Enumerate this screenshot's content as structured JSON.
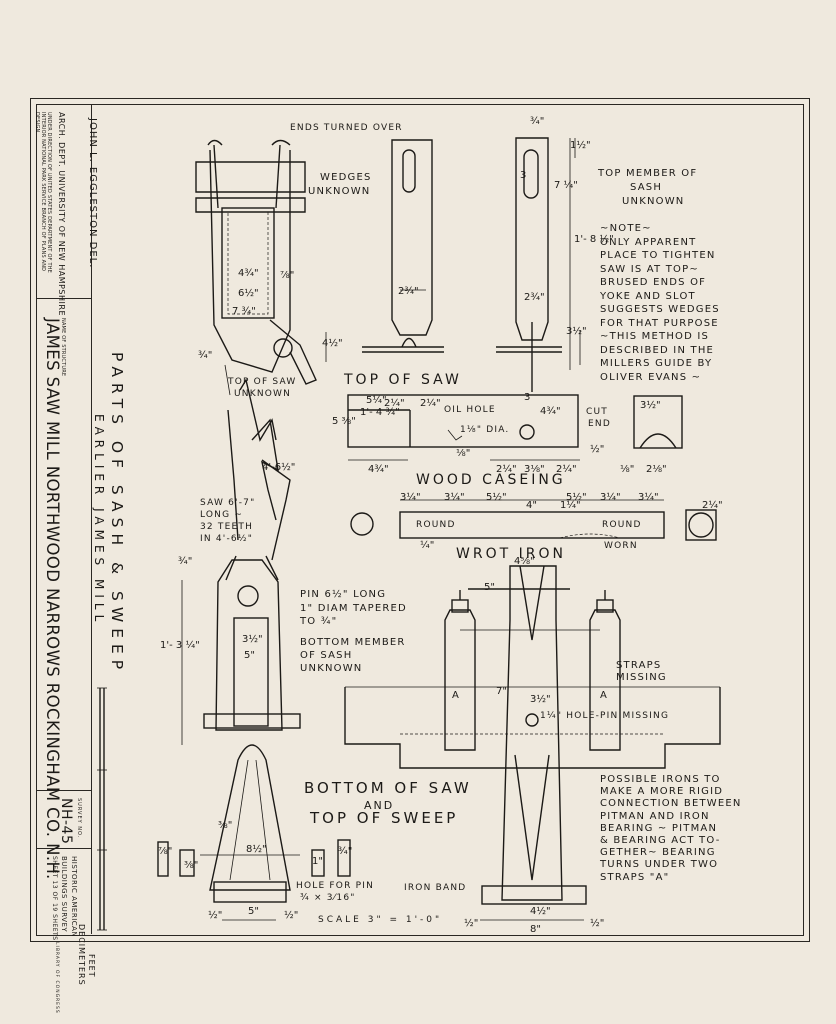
{
  "sheet": {
    "delineator": "JOHN L. EGGLESTON  DEL.",
    "institution": "ARCH. DEPT. UNIVERSITY OF NEW HAMPSHIRE",
    "agency_fine_print": "UNDER DIRECTION OF UNITED STATES DEPARTMENT OF THE INTERIOR NATIONAL PARK SERVICE BRANCH OF PLANS AND DESIGN",
    "name_of_structure": "JAMES SAW MILL NORTHWOOD NARROWS ROCKINGHAM CO. N.H.",
    "name_of_structure_caption": "NAME OF STRUCTURE",
    "drawing_title": "PARTS OF SASH & SWEEP",
    "drawing_subtitle": "EARLIER JAMES MILL",
    "survey_no_caption": "SURVEY NO.",
    "survey_no": "NH-45",
    "habs_line1": "HISTORIC AMERICAN",
    "habs_line2": "BUILDINGS SURVEY",
    "sheet_of": "SHEET 13 OF 19 SHEETS",
    "scale_feet": "FEET",
    "scale_decimeters": "DECIMETERS",
    "library_stamp": "LIBRARY OF CONGRESS"
  },
  "labels": {
    "ends_turned_over": "ENDS TURNED OVER",
    "wedges_unknown": [
      "WEDGES",
      "UNKNOWN"
    ],
    "top_member": [
      "TOP MEMBER OF",
      "SASH",
      "UNKNOWN"
    ],
    "note_block": [
      "~NOTE~",
      "ONLY APPARENT",
      "PLACE TO TIGHTEN",
      "SAW IS AT TOP~",
      "BRUSED ENDS OF",
      "YOKE AND SLOT",
      "SUGGESTS WEDGES",
      "FOR THAT PURPOSE",
      "~THIS METHOD IS",
      "DESCRIBED IN THE",
      "MILLERS GUIDE BY",
      "OLIVER EVANS ~"
    ],
    "top_of_saw_unknown": [
      "TOP OF SAW",
      "UNKNOWN"
    ],
    "top_of_saw": "TOP OF SAW",
    "oil_hole": "OIL HOLE",
    "cut_end": [
      "CUT",
      "END"
    ],
    "dia": "1⅛\" DIA.",
    "wood_caseing": "WOOD CASEING",
    "round": "ROUND",
    "worn": "WORN",
    "wrot_iron": "WROT IRON",
    "saw_note": [
      "SAW 6'-7\"",
      "LONG ~",
      "32 TEETH",
      "IN 4'-6½\""
    ],
    "pin_note": [
      "PIN 6½\" LONG",
      "1\" DIAM TAPERED",
      "TO ¾\""
    ],
    "bottom_member": [
      "BOTTOM MEMBER",
      "OF SASH",
      "UNKNOWN"
    ],
    "straps_missing": [
      "STRAPS",
      "MISSING"
    ],
    "hole_pin_missing": "1¼\" HOLE-PIN MISSING",
    "bottom_of_saw": [
      "BOTTOM OF SAW",
      "AND",
      "TOP OF SWEEP"
    ],
    "possible_irons": [
      "POSSIBLE IRONS TO",
      "MAKE A MORE RIGID",
      "CONNECTION BETWEEN",
      "PITMAN AND IRON",
      "BEARING ~ PITMAN",
      "& BEARING ACT TO-",
      "GETHER~ BEARING",
      "TURNS UNDER TWO",
      "STRAPS \"A\""
    ],
    "hole_for_pin": [
      "HOLE FOR PIN",
      "¾ × 3⁄16\""
    ],
    "iron_band": "IRON BAND",
    "scale": "SCALE 3\" = 1'-0\"",
    "strap_a": "A"
  },
  "dims": {
    "d4_34": "4¾\"",
    "d6_12": "6½\"",
    "d7_34": "7 ¾\"",
    "d7_8": "⅞\"",
    "d4_12": "4½\"",
    "d3_4": "¾\"",
    "d2_34": "2¾\"",
    "d1_12": "1½\"",
    "d3": "3",
    "d7_14": "7 ¼\"",
    "d1_8_12": "1'- 8 ½\"",
    "d3_12": "3½\"",
    "d5_14": "5¼\"",
    "d1_4_34": "1'- 4 ¾\"",
    "d5_38": "5 ⅜\"",
    "d2_14": "2¼\"",
    "d1_8": "⅛\"",
    "d2_18": "2⅛\"",
    "d3_18": "3⅛\"",
    "d3_14": "3¼\"",
    "d5_12": "5½\"",
    "d4": "4\"",
    "d1_14": "1¼\"",
    "d1_4": "¼\"",
    "d4_58": "4⅝\"",
    "d5": "5\"",
    "d1_3_14": "1'- 3 ¼\"",
    "d7": "7\"",
    "d8_12": "8½\"",
    "d8": "8\"",
    "d3_8": "⅜\"",
    "d1_2": "½\"",
    "d1": "1\"",
    "d4_6_12": "4'-6½\""
  },
  "colors": {
    "paper": "#efe9de",
    "ink": "#1c1a17"
  }
}
